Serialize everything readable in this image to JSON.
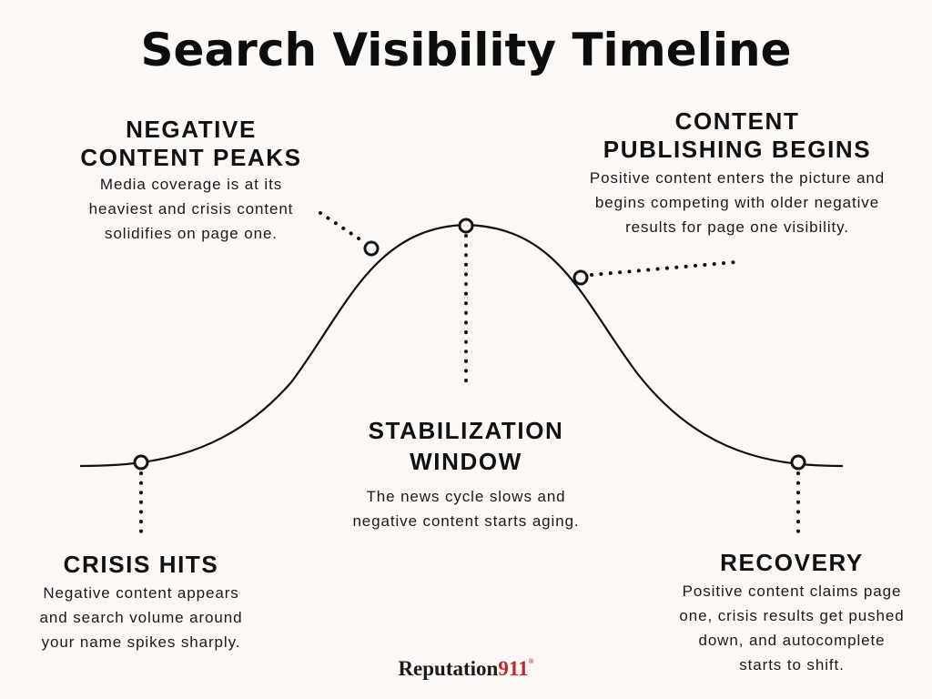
{
  "title": "Search Visibility Timeline",
  "stages": [
    {
      "id": "crisis-hits",
      "heading": "CRISIS HITS",
      "description": [
        "Negative content appears",
        "and search volume around",
        "your name spikes sharply."
      ]
    },
    {
      "id": "negative-content-peaks",
      "heading": [
        "NEGATIVE",
        "CONTENT PEAKS"
      ],
      "description": [
        "Media coverage is at its",
        "heaviest and crisis content",
        "solidifies on page one."
      ]
    },
    {
      "id": "stabilization-window",
      "heading": [
        "STABILIZATION",
        "WINDOW"
      ],
      "description": [
        "The news cycle slows and",
        "negative content starts aging."
      ]
    },
    {
      "id": "content-publishing-begins",
      "heading": [
        "CONTENT",
        "PUBLISHING BEGINS"
      ],
      "description": [
        "Positive content enters the picture and",
        "begins competing with older negative",
        "results for page one visibility."
      ]
    },
    {
      "id": "recovery",
      "heading": "RECOVERY",
      "description": [
        "Positive content claims page",
        "one, crisis results get pushed",
        "down, and autocomplete",
        "starts to shift."
      ]
    }
  ],
  "logo": {
    "name": "Reputation",
    "number": "911",
    "mark": "®"
  },
  "colors": {
    "background": "#fbf8f6",
    "text": "#111111",
    "logo_accent": "#c0272d"
  }
}
